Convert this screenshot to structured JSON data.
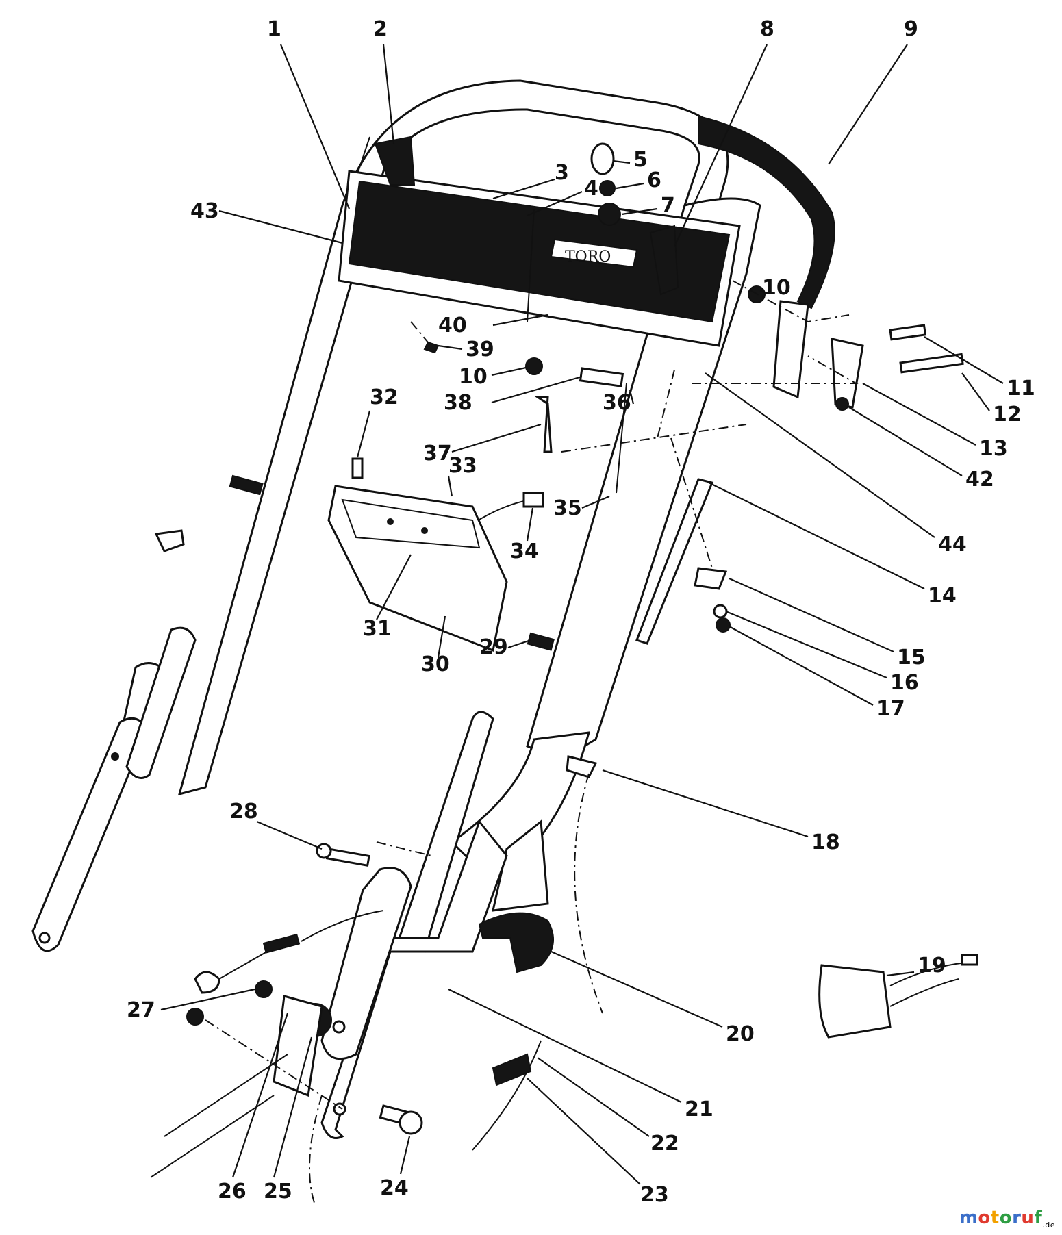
{
  "diagram": {
    "brand_lettering": "TORO",
    "callouts": [
      {
        "id": "c1",
        "label": "1"
      },
      {
        "id": "c2",
        "label": "2"
      },
      {
        "id": "c3",
        "label": "3"
      },
      {
        "id": "c4",
        "label": "4"
      },
      {
        "id": "c5",
        "label": "5"
      },
      {
        "id": "c6",
        "label": "6"
      },
      {
        "id": "c7",
        "label": "7"
      },
      {
        "id": "c8",
        "label": "8"
      },
      {
        "id": "c9",
        "label": "9"
      },
      {
        "id": "c10a",
        "label": "10"
      },
      {
        "id": "c10b",
        "label": "10"
      },
      {
        "id": "c11",
        "label": "11"
      },
      {
        "id": "c12",
        "label": "12"
      },
      {
        "id": "c13",
        "label": "13"
      },
      {
        "id": "c14",
        "label": "14"
      },
      {
        "id": "c15",
        "label": "15"
      },
      {
        "id": "c16",
        "label": "16"
      },
      {
        "id": "c17",
        "label": "17"
      },
      {
        "id": "c18",
        "label": "18"
      },
      {
        "id": "c19",
        "label": "19"
      },
      {
        "id": "c20",
        "label": "20"
      },
      {
        "id": "c21",
        "label": "21"
      },
      {
        "id": "c22",
        "label": "22"
      },
      {
        "id": "c23",
        "label": "23"
      },
      {
        "id": "c24",
        "label": "24"
      },
      {
        "id": "c25",
        "label": "25"
      },
      {
        "id": "c26",
        "label": "26"
      },
      {
        "id": "c27",
        "label": "27"
      },
      {
        "id": "c28",
        "label": "28"
      },
      {
        "id": "c29",
        "label": "29"
      },
      {
        "id": "c30",
        "label": "30"
      },
      {
        "id": "c31",
        "label": "31"
      },
      {
        "id": "c32",
        "label": "32"
      },
      {
        "id": "c33",
        "label": "33"
      },
      {
        "id": "c34",
        "label": "34"
      },
      {
        "id": "c35",
        "label": "35"
      },
      {
        "id": "c36",
        "label": "36"
      },
      {
        "id": "c37",
        "label": "37"
      },
      {
        "id": "c38",
        "label": "38"
      },
      {
        "id": "c39",
        "label": "39"
      },
      {
        "id": "c40",
        "label": "40"
      },
      {
        "id": "c42",
        "label": "42"
      },
      {
        "id": "c43",
        "label": "43"
      },
      {
        "id": "c44",
        "label": "44"
      }
    ]
  },
  "watermark": {
    "text": "motoruf",
    "suffix": ".de",
    "colors": [
      "#3b6fc9",
      "#e03a2f",
      "#f2a100",
      "#2f9e44",
      "#3b6fc9",
      "#e03a2f",
      "#2f9e44"
    ]
  }
}
